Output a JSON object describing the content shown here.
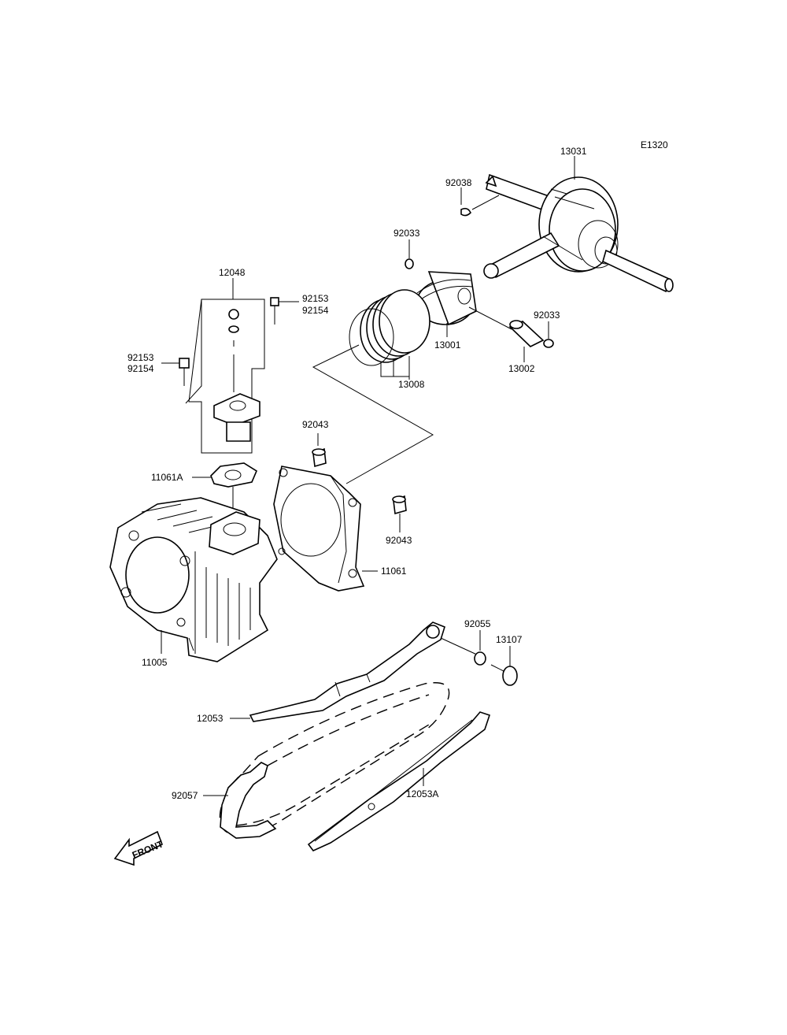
{
  "diagram_code": "E1320",
  "labels": {
    "p13031": "13031",
    "p92038": "92038",
    "p92033a": "92033",
    "p92033b": "92033",
    "p12048": "12048",
    "p92153a": "92153",
    "p92154a": "92154",
    "p92153b": "92153",
    "p92154b": "92154",
    "p13001": "13001",
    "p13002": "13002",
    "p13008": "13008",
    "p92043a": "92043",
    "p92043b": "92043",
    "p11061A": "11061A",
    "p11061": "11061",
    "p11005": "11005",
    "p92055": "92055",
    "p13107": "13107",
    "p12053": "12053",
    "p12053A": "12053A",
    "p92057": "92057"
  },
  "front_label": "FRONT"
}
